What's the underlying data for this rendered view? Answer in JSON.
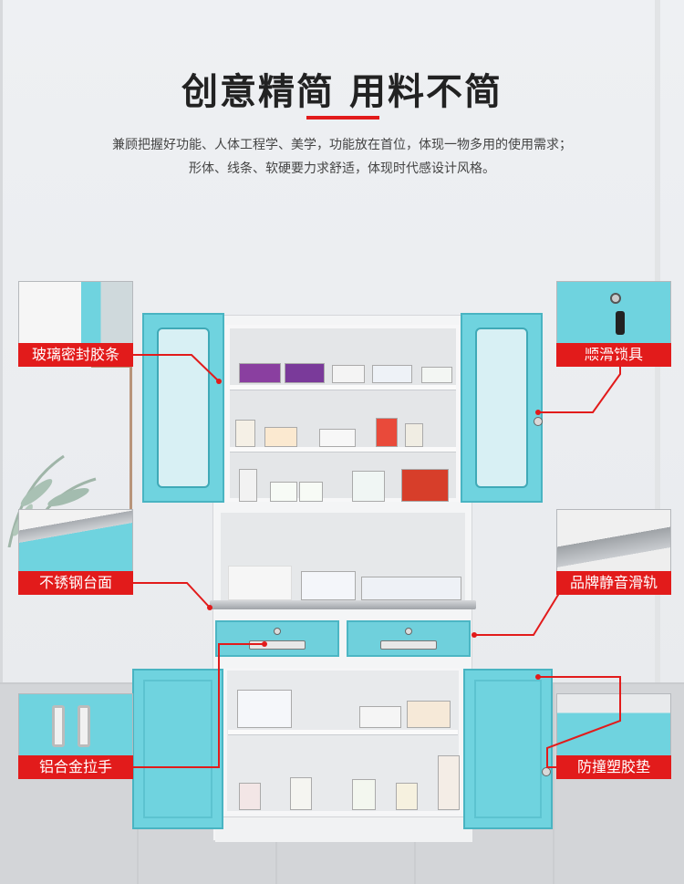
{
  "header": {
    "title_part1": "创意精简",
    "title_part2": "用料不简",
    "desc_line1": "兼顾把握好功能、人体工程学、美学，功能放在首位，体现一物多用的使用需求；",
    "desc_line2": "形体、线条、软硬要力求舒适，体现时代感设计风格。"
  },
  "callouts": {
    "glass_seal": "玻璃密封胶条",
    "smooth_lock": "顺滑锁具",
    "steel_top": "不锈钢台面",
    "silent_rail": "品牌静音滑轨",
    "alloy_handle": "铝合金拉手",
    "bumper_pad": "防撞塑胶垫"
  },
  "colors": {
    "accent_red": "#e21b1b",
    "cabinet_teal": "#6fd3df",
    "cabinet_white": "#f4f5f6"
  }
}
